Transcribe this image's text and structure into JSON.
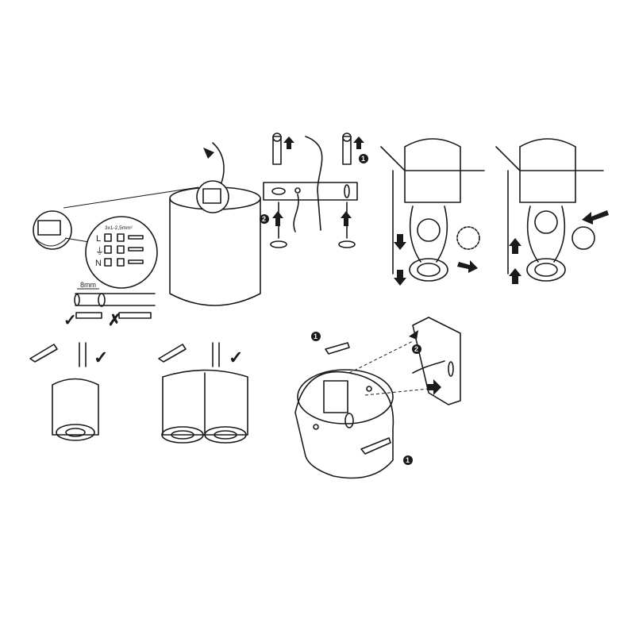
{
  "wiring": {
    "cable_spec": "3x1-2,5mm²",
    "terminal_live": "L",
    "terminal_earth": "⏚",
    "terminal_neutral": "N",
    "strip_length": "8mm"
  },
  "steps": {
    "one": "1",
    "two": "2"
  },
  "marks": {
    "correct": "✓",
    "wrong": "✗"
  }
}
